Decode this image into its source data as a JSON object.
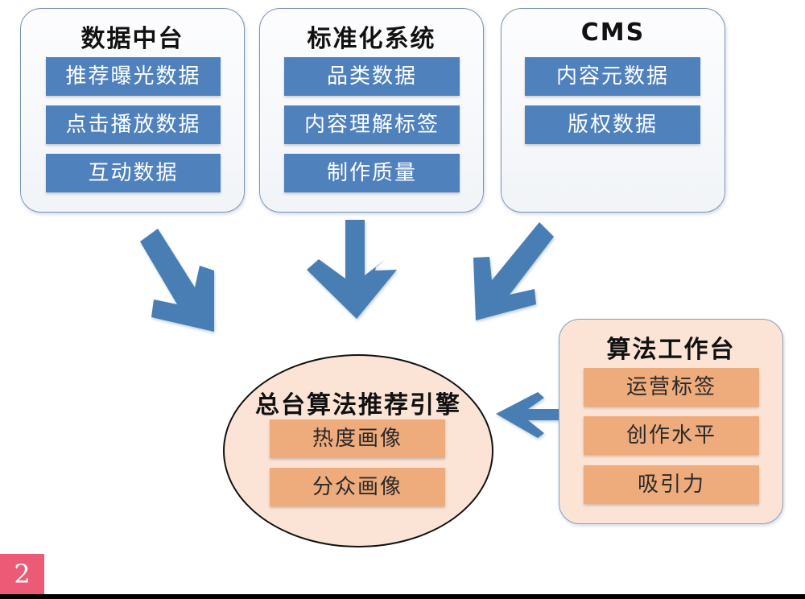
{
  "sources": [
    {
      "title": "数据中台",
      "items": [
        "推荐曝光数据",
        "点击播放数据",
        "互动数据"
      ]
    },
    {
      "title": "标准化系统",
      "items": [
        "品类数据",
        "内容理解标签",
        "制作质量"
      ]
    },
    {
      "title": "CMS",
      "items": [
        "内容元数据",
        "版权数据"
      ]
    }
  ],
  "engine": {
    "title": "总台算法推荐引擎",
    "items": [
      "热度画像",
      "分众画像"
    ]
  },
  "workbench": {
    "title": "算法工作台",
    "items": [
      "运营标签",
      "创作水平",
      "吸引力"
    ]
  },
  "page_badge": "2",
  "colors": {
    "source_item": "#4f81bd",
    "engine_item": "#eeab7c",
    "peach_fill": "#fbe4d5",
    "arrow": "#4a7eb5",
    "badge": "#ec5a76"
  }
}
